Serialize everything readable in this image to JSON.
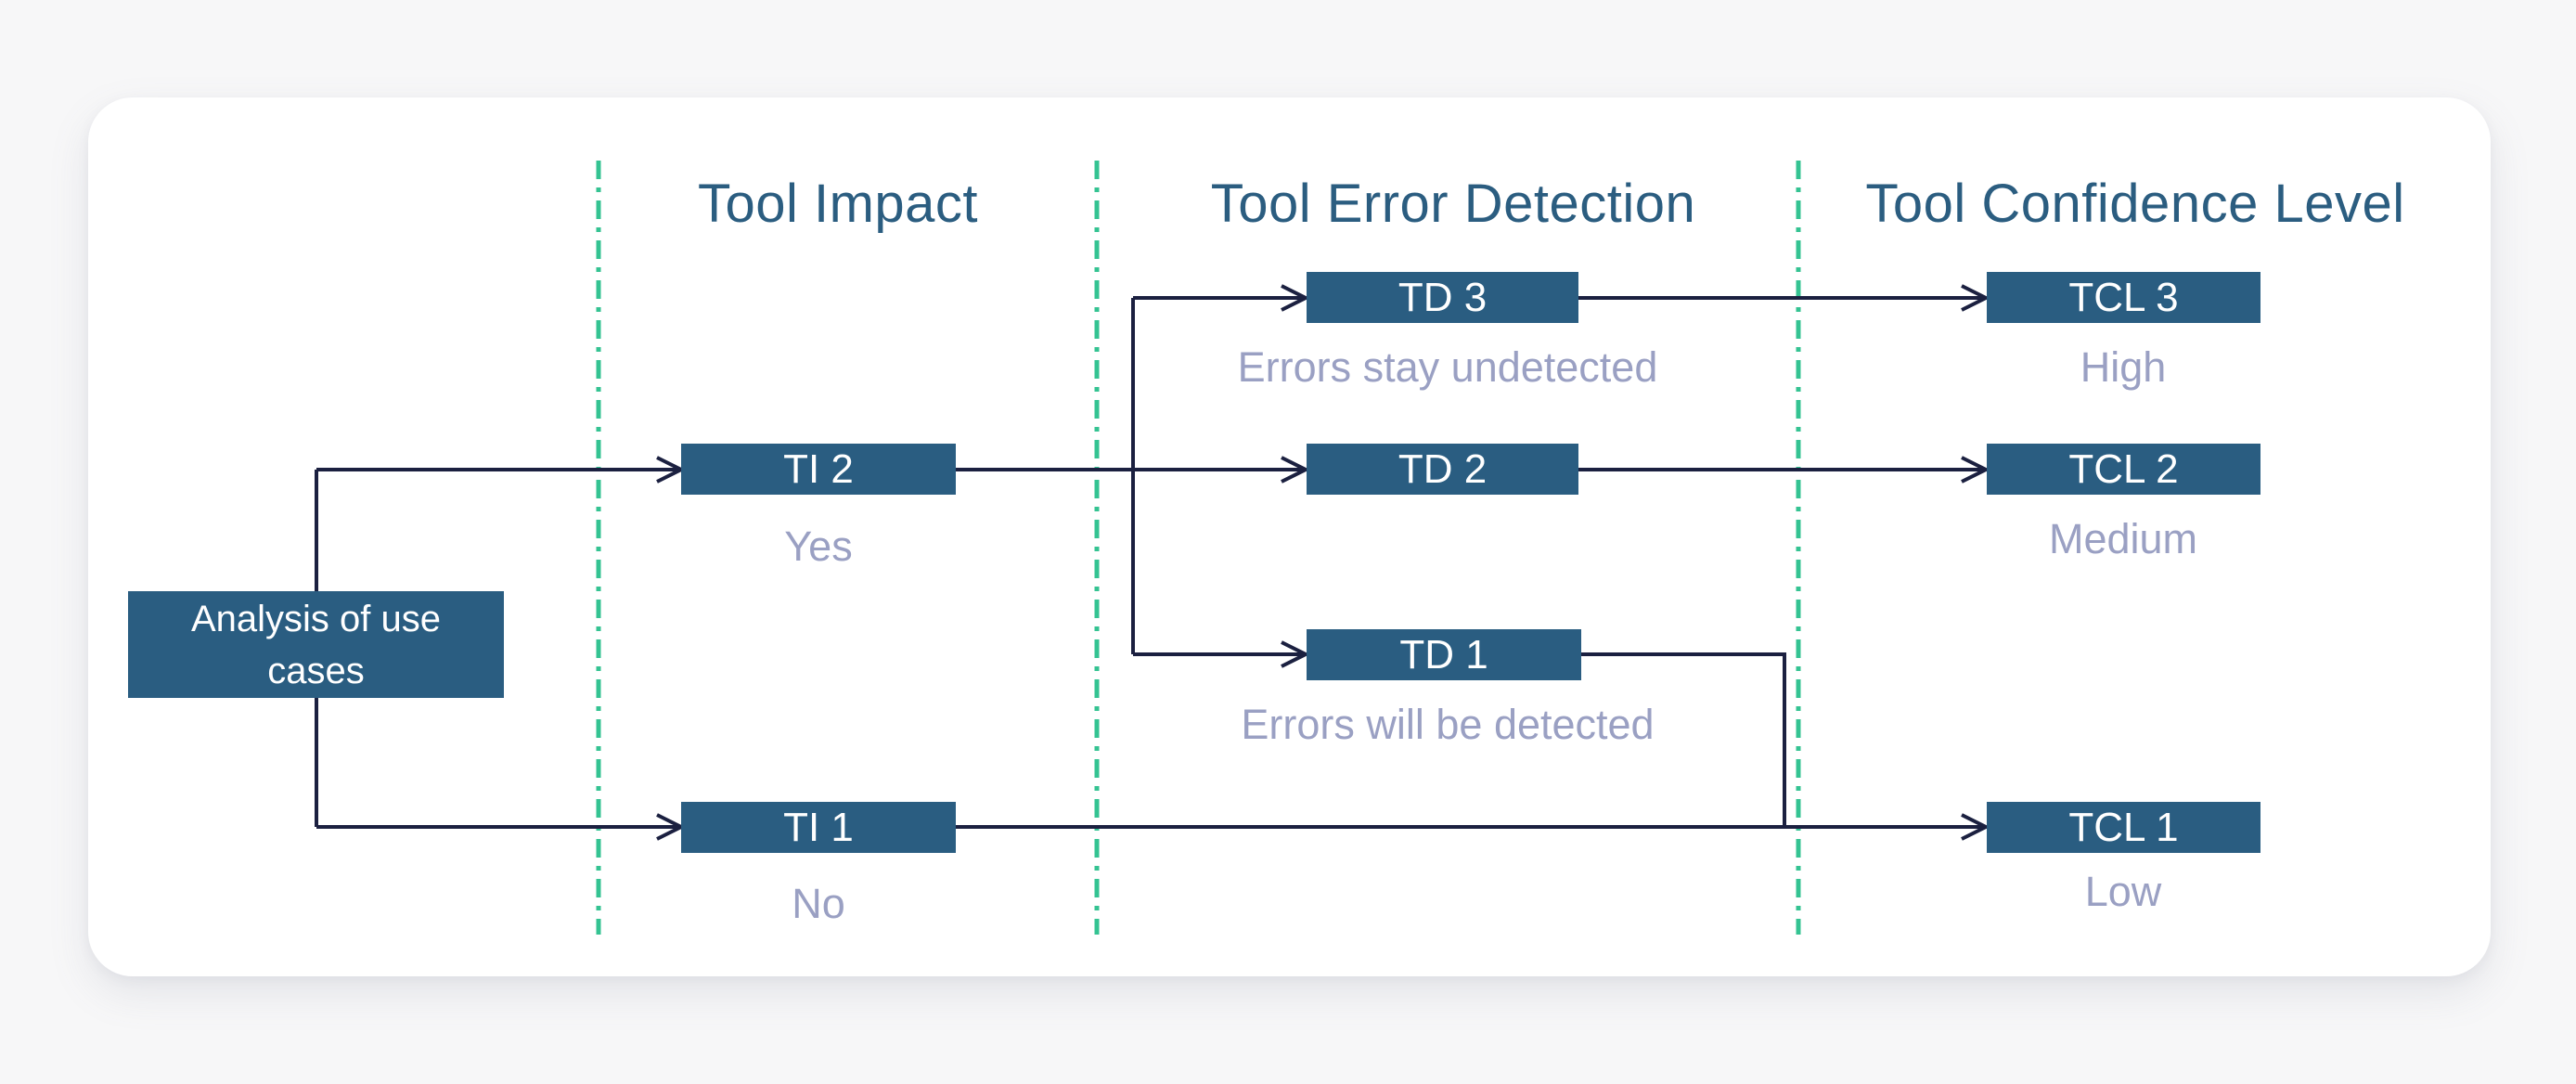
{
  "page": {
    "background": "#f7f7f8"
  },
  "card": {
    "background": "#ffffff"
  },
  "colors": {
    "node_fill": "#2a5d81",
    "node_text": "#ffffff",
    "header_text": "#2b5d80",
    "sublabel_text": "#9aa0c3",
    "connector": "#1b2040",
    "divider": "#34c392"
  },
  "columns": [
    {
      "title": "Tool Impact"
    },
    {
      "title": "Tool Error Detection"
    },
    {
      "title": "Tool Confidence Level"
    }
  ],
  "nodes": {
    "analysis": {
      "label": "Analysis of use cases"
    },
    "ti2": {
      "label": "TI 2",
      "sublabel": "Yes"
    },
    "ti1": {
      "label": "TI 1",
      "sublabel": "No"
    },
    "td3": {
      "label": "TD 3",
      "sublabel": "Errors stay undetected"
    },
    "td2": {
      "label": "TD 2"
    },
    "td1": {
      "label": "TD 1",
      "sublabel": "Errors will be detected"
    },
    "tcl3": {
      "label": "TCL 3",
      "sublabel": "High"
    },
    "tcl2": {
      "label": "TCL 2",
      "sublabel": "Medium"
    },
    "tcl1": {
      "label": "TCL 1",
      "sublabel": "Low"
    }
  },
  "edges": [
    {
      "from": "analysis",
      "to": "ti2"
    },
    {
      "from": "analysis",
      "to": "ti1"
    },
    {
      "from": "ti2",
      "to": "td3"
    },
    {
      "from": "ti2",
      "to": "td2"
    },
    {
      "from": "ti2",
      "to": "td1"
    },
    {
      "from": "td3",
      "to": "tcl3"
    },
    {
      "from": "td2",
      "to": "tcl2"
    },
    {
      "from": "td1",
      "to": "tcl1"
    },
    {
      "from": "ti1",
      "to": "tcl1"
    }
  ]
}
